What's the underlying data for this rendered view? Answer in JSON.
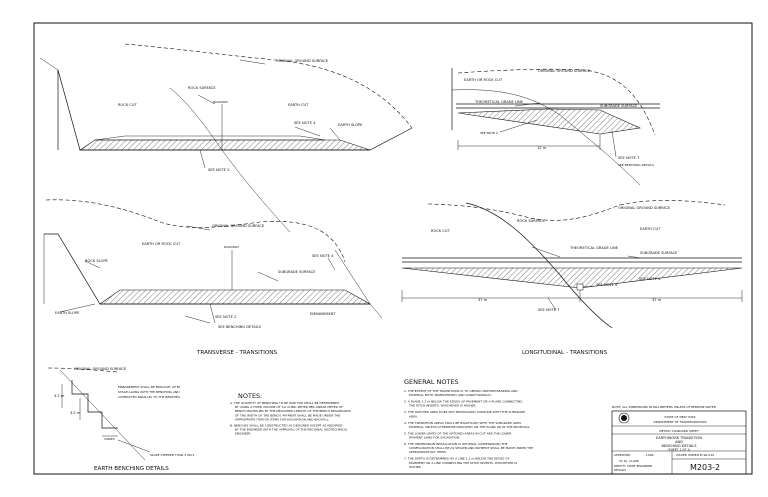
{
  "labels": {
    "ogs": "ORIGINAL GROUND SURFACE",
    "rock_surface": "ROCK SURFACE",
    "roadway": "ROADWAY",
    "rock_cut": "ROCK CUT",
    "earth_cut": "EARTH CUT",
    "see_note_4": "SEE NOTE 4",
    "earth_slope": "EARTH SLOPE",
    "see_note_2": "SEE NOTE 2",
    "earth_or_rock_cut": "EARTH OR ROCK CUT",
    "rock_slope": "ROCK SLOPE",
    "subgrade_surface": "SUBGRADE SURFACE",
    "see_benching_details": "SEE BENCHING DETAILS",
    "embankment": "EMBANKMENT",
    "earth_or_rock_cut_top": "EARTH OR ROCK CUT",
    "theoretical_grade_line": "THEORETICAL GRADE LINE",
    "see_note_7": "SEE NOTE 7",
    "see_benching_details_lc": "SEE BENCHING DETAILS",
    "see_note_6": "SEE NOTE 6",
    "dim_12m": "12 m",
    "dim_37m": "37 m",
    "dim_32m": "3.2 m",
    "vardies": "VARIES",
    "slope_steeper": "SLOPE STEEPER THAN 3 ON 5"
  },
  "captions": {
    "transverse": "TRANSVERSE - TRANSITIONS",
    "longitudinal": "LONGITUDINAL - TRANSITIONS",
    "benching": "EARTH BENCHING DETAILS"
  },
  "benching_text": [
    "EMBANKMENT SHALL BE BROUGHT UP BY",
    "STAGE ALONG WITH THE BENCHING AND",
    "COMPACTED PARALLEL TO THE BENCHES."
  ],
  "notes": {
    "heading": "NOTES:",
    "items": [
      "A. THE QUANTITY OF BENCHING TO BE PAID FOR SHALL BE DETERMINED BY USING A FIXED VOLUME OF 3.0 CUBIC METER PER LINEAR METER OF BENCH MULTIPLIED BY THE MEASURED LENGTH OF THE BENCH REGARDLESS OF THE WIDTH OF THE BENCH. PAYMENT SHALL BE MADE UNDER THE APPROPRIATE ITEM OR ITEMS FOR EXCAVATION AND BACKFILL.",
      "B. BENCHES SHALL BE CONSTRUCTED AS DESIGNED EXCEPT AS MODIFIED BY THE ENGINEER WITH THE APPROVAL OF THE REGIONAL GEOTECHNICAL ENGINEER."
    ]
  },
  "general_notes": {
    "heading": "GENERAL NOTES",
    "items": [
      "1. THE EXTENT OF THE TRANSITIONS IS TO OBTAIN UNIFORM BEARING AND MATERIAL BOTH TRANSVERSELY AND LONGITUDINALLY.",
      "2. A PLANE 1.2 m BELOW THE EDGES OF PAVEMENT OR A PLANE CONNECTING THE DITCH INVERTS, WHICHEVER IS HIGHER.",
      "3. THE HATCHED AREA DOES NOT NECESSARILY COINCIDE WITH THE SUBGRADE AREA.",
      "4. THE TRANSITION AREAS SHALL BE BACKFILLED WITH THE SUBGRADE AREA MATERIAL UNLESS OTHERWISE INDICATED ON THE PLANS OR IN THE PROPOSAL.",
      "5. THE LOWER LIMITS OF THE HATCHED AREAS IN CUT ARE THE LOWER PAYMENT LINES FOR EXCAVATION.",
      "6. THE UNDERDRAIN INSTALLATION IS OPTIONAL (UNDERDRAIN) THE CONFIGURATION SHALL BE AS SHOWN AND PAYMENT SHALL BE MADE UNDER THE APPROPRIATE PAY ITEMS.",
      "7. THE DEPTH IS DETERMINED BY A LINE 1.2 m BELOW THE EDGES OF PAVEMENT OR A LINE CONNECTING THE DITCH INVERTS, WHICHEVER IS HIGHER."
    ]
  },
  "title_block": {
    "dims_note": "NOTE: ALL DIMENSIONS IN MILLIMETERS UNLESS OTHERWISE NOTED",
    "state": "STATE OF NEW YORK",
    "dept": "DEPARTMENT OF TRANSPORTATION",
    "metric": "METRIC STANDARD SHEET",
    "title1": "EARTHWORK TRANSITION",
    "title2": "AND",
    "title3": "BENCHING DETAILS",
    "sheet": "(SHEET 1 OF 1)",
    "approved_label": "APPROVED",
    "approved_date": ", 1996",
    "signature": "/S/ P.J. CLARK",
    "signer_title1": "DEPUTY CHIEF ENGINEER",
    "signer_title2": "DESIGN",
    "issued": "ISSUED UNDER EI 96-019",
    "number": "M203-2"
  }
}
